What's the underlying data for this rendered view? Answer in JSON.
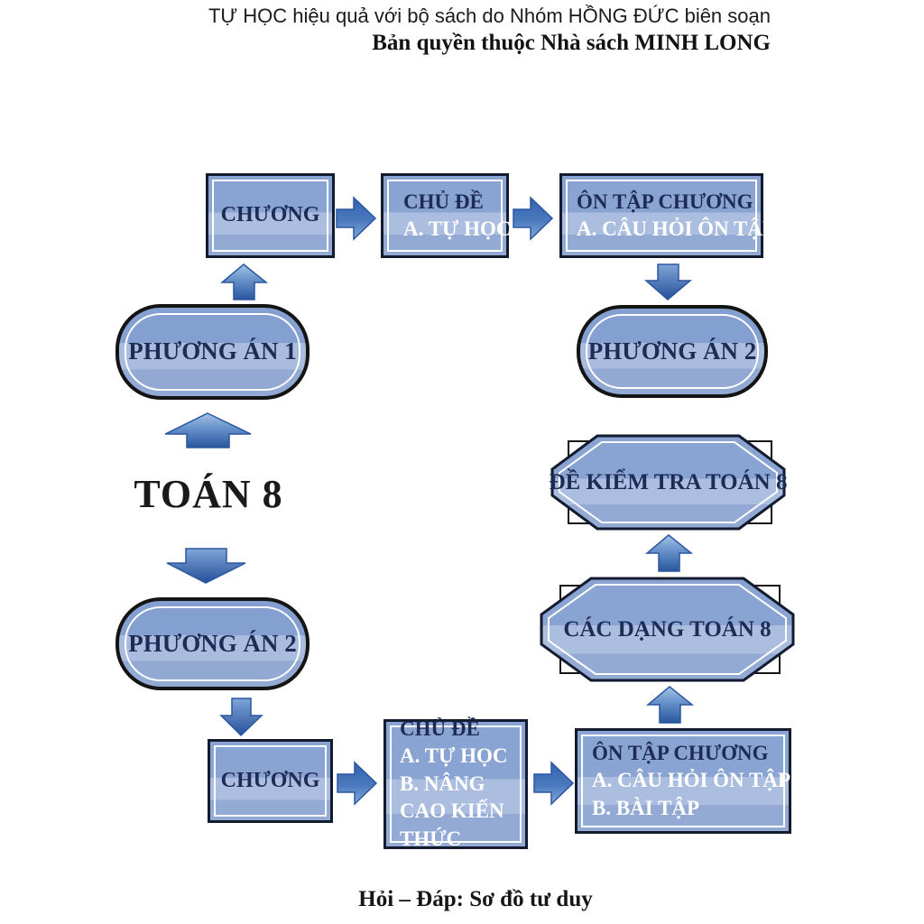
{
  "page": {
    "header_line1": "TỰ HỌC hiệu quả với bộ sách do Nhóm HỒNG ĐỨC biên soạn",
    "header_line2": "Bản quyền thuộc Nhà sách MINH LONG",
    "center_label": "TOÁN 8",
    "footer_label": "Hỏi – Đáp: Sơ đồ tư duy"
  },
  "nodes": {
    "chuong_top": {
      "title": "CHƯƠNG"
    },
    "chu_de_top": {
      "title": "CHỦ ĐỀ",
      "item_a": "A. TỰ HỌC"
    },
    "on_tap_top": {
      "title": "ÔN TẬP CHƯƠNG",
      "item_a": "A. CÂU HỎI ÔN TẬP"
    },
    "phuong_an_1": {
      "title": "PHƯƠNG ÁN 1"
    },
    "phuong_an_2_right": {
      "title": "PHƯƠNG ÁN 2"
    },
    "de_kiem_tra": {
      "title": "ĐỀ KIỂM TRA TOÁN 8"
    },
    "cac_dang_toan": {
      "title": "CÁC DẠNG TOÁN 8"
    },
    "phuong_an_2_left": {
      "title": "PHƯƠNG ÁN 2"
    },
    "chuong_bottom": {
      "title": "CHƯƠNG"
    },
    "chu_de_bottom": {
      "title": "CHỦ ĐỀ",
      "item_a": "A. TỰ HỌC",
      "item_b": "B. NÂNG CAO KIẾN THỨC"
    },
    "on_tap_bottom": {
      "title": "ÔN TẬP CHƯƠNG",
      "item_a": "A. CÂU HỎI ÔN TẬP",
      "item_b": "B. BÀI TẬP"
    }
  },
  "colors": {
    "node_fill": "#89a4d2",
    "node_band": "#abbedf",
    "node_border": "#131b2e",
    "title_text": "#1e2c55",
    "sub_text": "#ffffff",
    "arrow_dark": "#28579f",
    "arrow_light": "#a6c4e3"
  }
}
